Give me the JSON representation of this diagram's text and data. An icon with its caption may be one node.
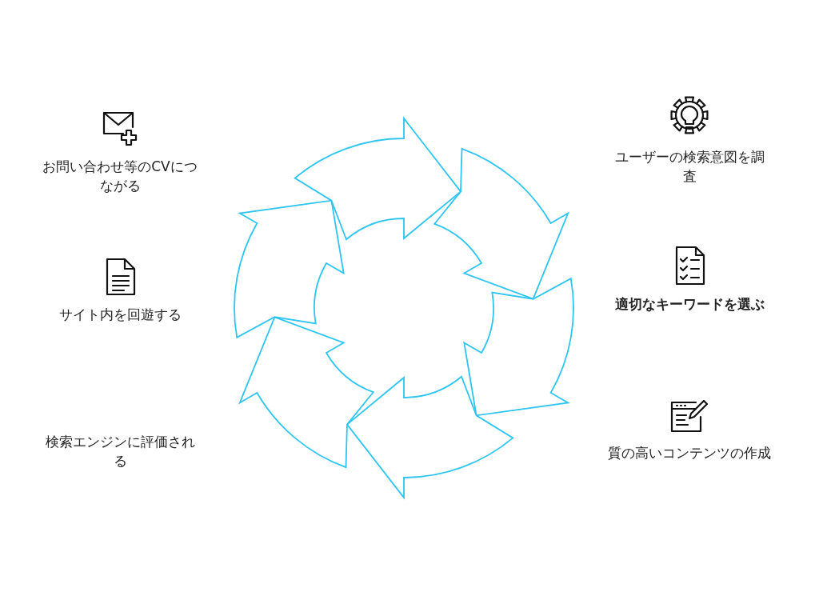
{
  "diagram": {
    "labels": [
      "ユーザーの検索意図を調査",
      "適切なキーワードを選ぶ",
      "質の高いコンテンツの作成",
      "検索エンジンに評価される",
      "サイト内を回遊する",
      "お問い合わせ等のCVにつながる"
    ]
  }
}
